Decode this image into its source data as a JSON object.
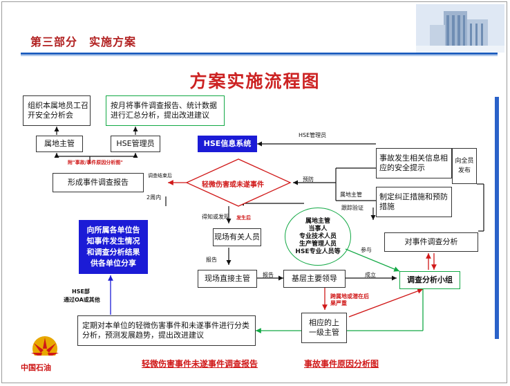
{
  "header": {
    "section_title": "第三部分　实施方案"
  },
  "main_title": "方案实施流程图",
  "nodes": {
    "org_meeting": "组织本属地员工召开安全分析会",
    "monthly_report": "按月将事件调查报告、统计数据进行汇总分析，提出改进建议",
    "territory_mgr": "属地主管",
    "hse_mgr": "HSE管理员",
    "hse_system": "HSE信息系统",
    "form_report": "形成事件调查报告",
    "event": "轻微伤害或未遂事件",
    "accident_info": "事故发生相关信息相应的安全提示",
    "corrective": "制定纠正措施和预防措施",
    "notify_units": "向所属各单位告知事件发生情况和调查分析结果供各单位分享",
    "onsite": "现场有关人员",
    "participants": "属地主管\n当事人\n专业技术人员\n生产管理人员\nHSE专业人员等",
    "analysis": "对事件调查分析",
    "direct_supervisor": "现场直接主管",
    "basic_leader": "基层主要领导",
    "investigation_group": "调查分析小组",
    "upper_supervisor": "相应的上一级主管",
    "periodic_analysis": "定期对本单位的轻微伤害事件和未遂事件进行分类分析，预测发展趋势，提出改进建议"
  },
  "labels": {
    "hse_admin": "HSE管理员",
    "attach": "附\"事故/事件原因分析图\"",
    "after_investigation": "调查结束后",
    "prevent": "预防",
    "all_staff": "向全员",
    "publish": "发布",
    "territory": "属地主管",
    "track_verify": "跟踪验证",
    "two_weeks": "2周内",
    "discover": "得知或发现",
    "occur": "发生后",
    "report1": "报告",
    "report2": "报告",
    "participate": "参与",
    "establish": "成立",
    "hse_dept": "HSE部",
    "via_oa": "通过OA或其他",
    "cross_territory": "跨属地或潜在后果严重"
  },
  "footer": {
    "link_report": "轻微伤害事件未遂事件调查报告",
    "link_cause": "事故事件原因分析图",
    "logo_text": "中国石油"
  },
  "colors": {
    "title_red": "#cc2222",
    "blue_box": "#1b1bd6",
    "red_arrow": "#d01818",
    "green_arrow": "#11a844",
    "accent_blue": "#1f5fbf"
  }
}
